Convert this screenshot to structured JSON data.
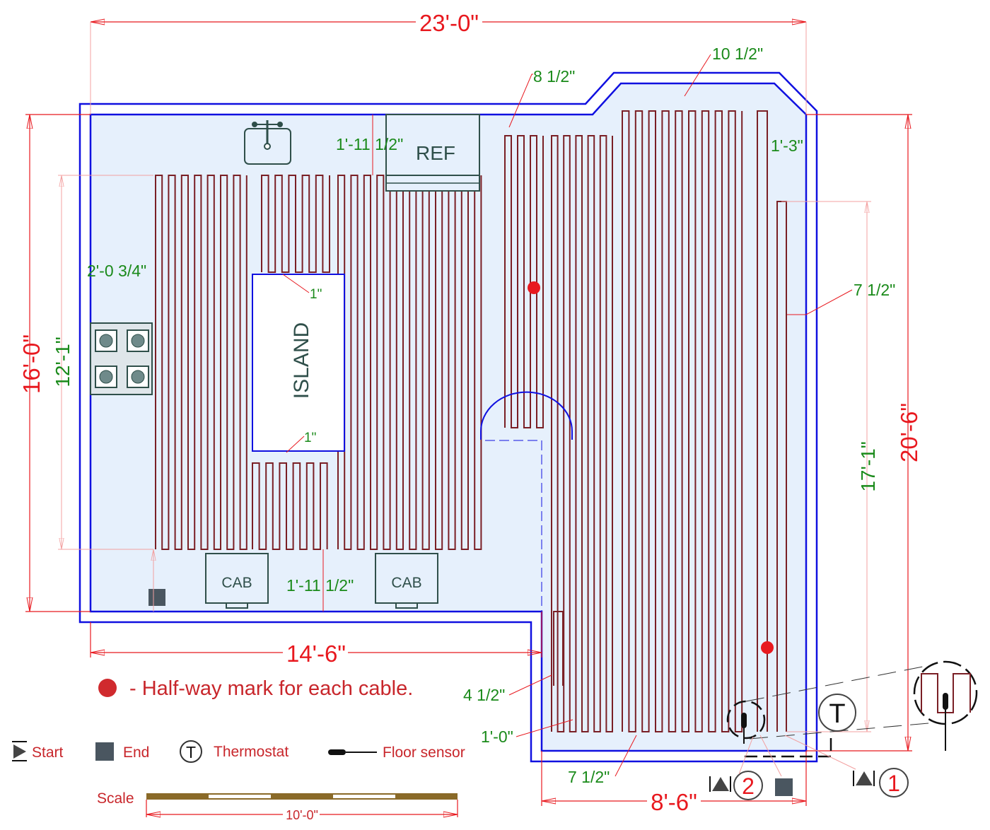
{
  "dimensions": {
    "overall_width": "23'-0\"",
    "left_height": "16'-0\"",
    "left_inner_height": "12'-1\"",
    "right_height": "20'-6\"",
    "right_inner_height": "17'-1\"",
    "lower_width": "14'-6\"",
    "bottom_right_width": "8'-6\""
  },
  "spacing_labels": {
    "top_right": "10 1/2\"",
    "top_mid": "8 1/2\"",
    "ref_gap": "1'-11 1/2\"",
    "right_edge": "1'-3\"",
    "cooktop_gap": "2'-0 3/4\"",
    "island_top": "1\"",
    "island_bottom": "1\"",
    "orange_spacing": "7 1/2\"",
    "cab_gap": "1'-11 1/2\"",
    "lower_left": "4 1/2\"",
    "lower_mid": "1'-0\"",
    "bottom_spacing": "7 1/2\""
  },
  "fixtures": {
    "ref": "REF",
    "island": "ISLAND",
    "cab_left": "CAB",
    "cab_right": "CAB"
  },
  "markers": {
    "thermostat": "T",
    "cable_1": "1",
    "cable_2": "2"
  },
  "notes": {
    "halfway": "- Half-way mark for each cable."
  },
  "legend": {
    "start": "Start",
    "end": "End",
    "thermostat_symbol": "T",
    "thermostat": "Thermostat",
    "floor_sensor": "Floor sensor",
    "scale": "Scale",
    "scale_length": "10'-0\""
  },
  "colors": {
    "wall": "#1010e0",
    "floor": "#e6f0fc",
    "cable": "#7a1f25",
    "cable_2": "#e8922a",
    "dimension": "#e8191f",
    "spacing": "#1a8a1a"
  }
}
